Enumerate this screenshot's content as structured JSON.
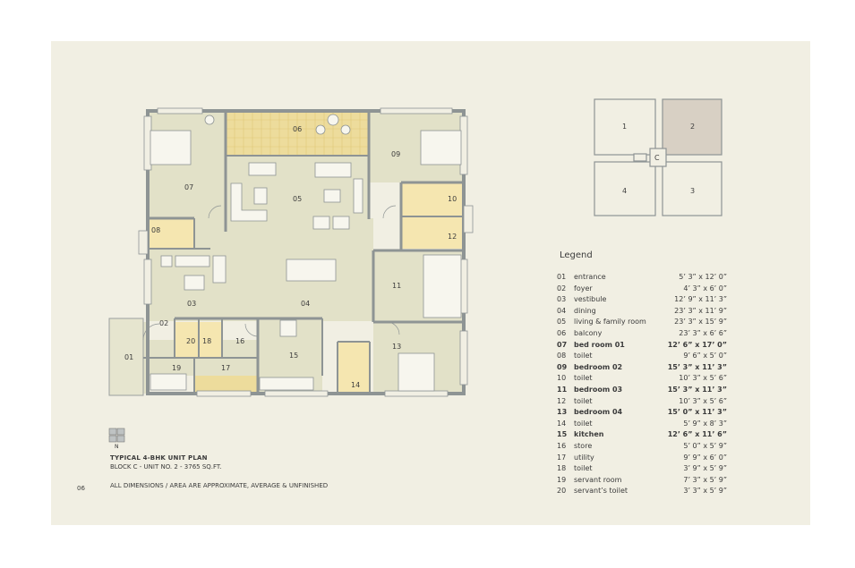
{
  "plan": {
    "title": "TYPICAL 4-BHK UNIT PLAN",
    "subtitle": "BLOCK C - UNIT NO. 2  -  3765 SQ.FT.",
    "disclaimer": "ALL DIMENSIONS / AREA ARE APPROXIMATE, AVERAGE & UNFINISHED",
    "page_number": "06",
    "north_label": "N"
  },
  "key_plan": {
    "units": [
      "1",
      "2",
      "3",
      "4"
    ],
    "core_label": "C",
    "highlight_unit": "2"
  },
  "room_labels": [
    "01",
    "02",
    "03",
    "04",
    "05",
    "06",
    "07",
    "08",
    "09",
    "10",
    "11",
    "12",
    "13",
    "14",
    "15",
    "16",
    "17",
    "18",
    "19",
    "20"
  ],
  "legend": {
    "title": "Legend",
    "items": [
      {
        "num": "01",
        "name": "entrance",
        "dim": "5’ 3” x 12’ 0”",
        "bold": false
      },
      {
        "num": "02",
        "name": "foyer",
        "dim": "4’ 3” x  6’ 0”",
        "bold": false
      },
      {
        "num": "03",
        "name": "vestibule",
        "dim": "12’ 9” x 11’ 3”",
        "bold": false
      },
      {
        "num": "04",
        "name": "dining",
        "dim": "23’ 3” x 11’ 9”",
        "bold": false
      },
      {
        "num": "05",
        "name": "living & family room",
        "dim": "23’ 3” x 15’ 9”",
        "bold": false
      },
      {
        "num": "06",
        "name": "balcony",
        "dim": "23’ 3” x  6’ 6”",
        "bold": false
      },
      {
        "num": "07",
        "name": "bed room 01",
        "dim": "12’ 6” x 17’ 0”",
        "bold": true
      },
      {
        "num": "08",
        "name": "toilet",
        "dim": "9’ 6” x  5’ 0”",
        "bold": false
      },
      {
        "num": "09",
        "name": "bedroom 02",
        "dim": "15’ 3” x 11’ 3”",
        "bold": true
      },
      {
        "num": "10",
        "name": "toilet",
        "dim": "10’ 3” x  5’ 6”",
        "bold": false
      },
      {
        "num": "11",
        "name": "bedroom 03",
        "dim": "15’ 3” x 11’ 3”",
        "bold": true
      },
      {
        "num": "12",
        "name": "toilet",
        "dim": "10’ 3” x  5’ 6”",
        "bold": false
      },
      {
        "num": "13",
        "name": "bedroom 04",
        "dim": "15’ 0” x 11’ 3”",
        "bold": true
      },
      {
        "num": "14",
        "name": "toilet",
        "dim": "5’ 9” x  8’ 3”",
        "bold": false
      },
      {
        "num": "15",
        "name": "kitchen",
        "dim": "12’ 6” x 11’ 6”",
        "bold": true
      },
      {
        "num": "16",
        "name": "store",
        "dim": "5’ 0” x  5’ 9”",
        "bold": false
      },
      {
        "num": "17",
        "name": "utility",
        "dim": "9’ 9” x  6’ 0”",
        "bold": false
      },
      {
        "num": "18",
        "name": "toilet",
        "dim": "3’ 9” x  5’ 9”",
        "bold": false
      },
      {
        "num": "19",
        "name": "servant room",
        "dim": "7’ 3” x  5’ 9”",
        "bold": false
      },
      {
        "num": "20",
        "name": "servant’s toilet",
        "dim": "3’ 3” x  5’ 9”",
        "bold": false
      }
    ]
  },
  "colors": {
    "background": "#f1efe3",
    "floor": "#e2e1c8",
    "wet_area": "#f5e6b0",
    "balcony": "#eddc9c",
    "wall": "#8e9494",
    "key_highlight": "#d8d0c4"
  }
}
